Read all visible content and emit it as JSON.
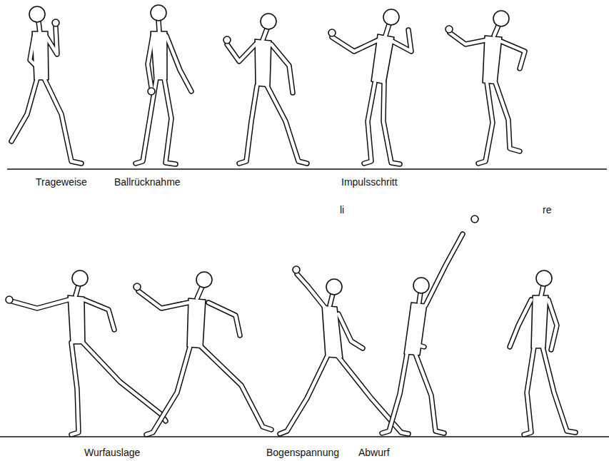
{
  "diagram": {
    "labels": [
      "Trageweise",
      "Ballrücknahme",
      "Impulsschritt",
      "li",
      "re",
      "Wurfauslage",
      "Bogenspannung",
      "Abwurf"
    ]
  }
}
